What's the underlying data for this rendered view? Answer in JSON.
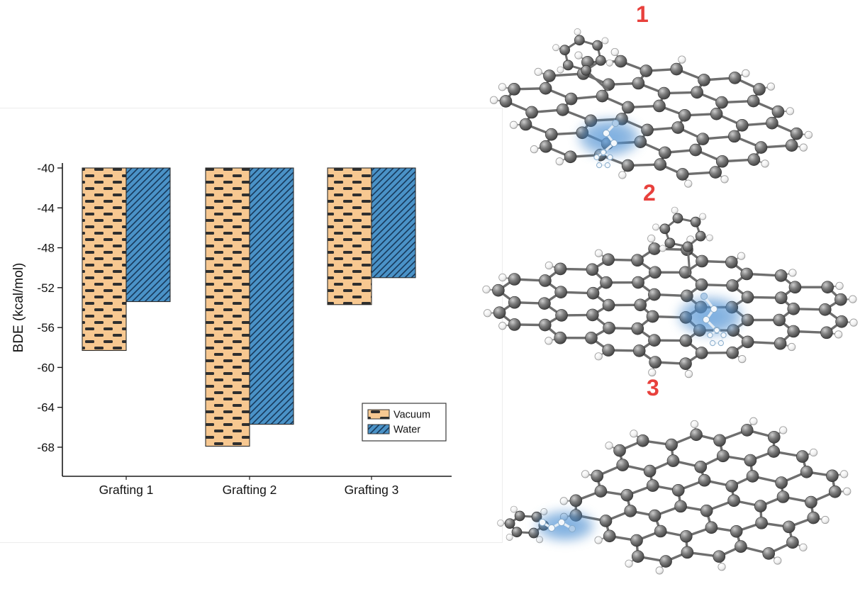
{
  "chart_data": {
    "type": "bar",
    "title": "",
    "categories": [
      "Grafting 1",
      "Grafting 2",
      "Grafting 3"
    ],
    "series": [
      {
        "name": "Vacuum",
        "values": [
          -58.3,
          -67.9,
          -53.7
        ],
        "color": "#F7C891",
        "hatch": "horizontal-dash"
      },
      {
        "name": "Water",
        "values": [
          -53.4,
          -65.7,
          -51.0
        ],
        "color": "#4A92C7",
        "hatch": "diagonal-forward"
      }
    ],
    "bar_baseline": -40,
    "ylabel": "BDE (kcal/mol)",
    "xlabel": "",
    "ylim": [
      -71,
      -40
    ],
    "yticks": [
      -40,
      -44,
      -48,
      -52,
      -56,
      -60,
      -64,
      -68
    ],
    "grid": false,
    "legend": {
      "position": "inside-lower-right",
      "entries": [
        "Vacuum",
        "Water"
      ]
    }
  },
  "molecules": [
    {
      "label": "1"
    },
    {
      "label": "2"
    },
    {
      "label": "3"
    }
  ],
  "colors": {
    "molecule_label_red": "#E8403C",
    "vacuum_fill": "#F7C891",
    "water_fill": "#4A92C7",
    "highlight_blue": "#4287CC",
    "axis": "#1A1A1A"
  }
}
